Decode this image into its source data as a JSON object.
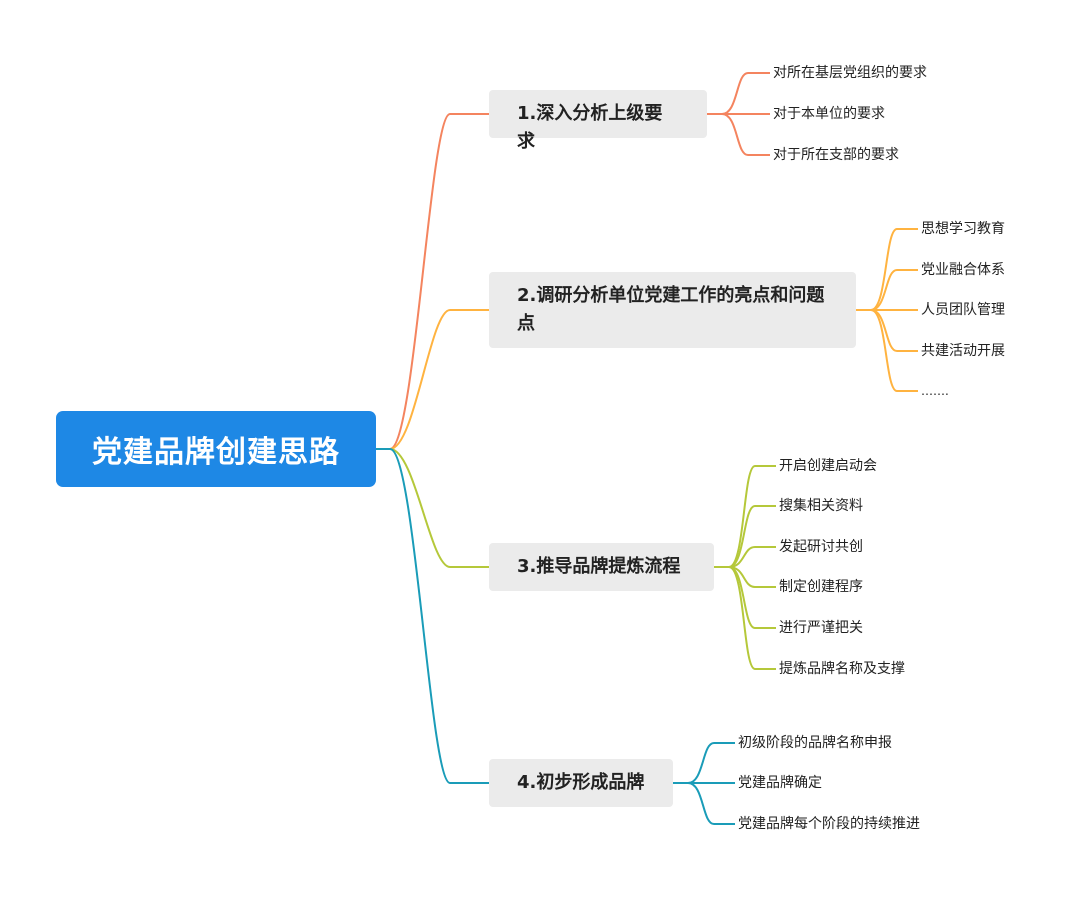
{
  "root": {
    "title": "党建品牌创建思路"
  },
  "colors": {
    "root": "#1e88e5",
    "branch1": "#f4845f",
    "branch2": "#ffb340",
    "branch3": "#b5c83a",
    "branch4": "#1a9cb8"
  },
  "branches": [
    {
      "title": "1.深入分析上级要求",
      "items": [
        "对所在基层党组织的要求",
        "对于本单位的要求",
        "对于所在支部的要求"
      ]
    },
    {
      "title": "2.调研分析单位党建工作的亮点和问题点",
      "items": [
        "思想学习教育",
        "党业融合体系",
        "人员团队管理",
        "共建活动开展",
        "……."
      ]
    },
    {
      "title": "3.推导品牌提炼流程",
      "items": [
        "开启创建启动会",
        "搜集相关资料",
        "发起研讨共创",
        "制定创建程序",
        "进行严谨把关",
        "提炼品牌名称及支撑"
      ]
    },
    {
      "title": "4.初步形成品牌",
      "items": [
        "初级阶段的品牌名称申报",
        "党建品牌确定",
        "党建品牌每个阶段的持续推进"
      ]
    }
  ]
}
